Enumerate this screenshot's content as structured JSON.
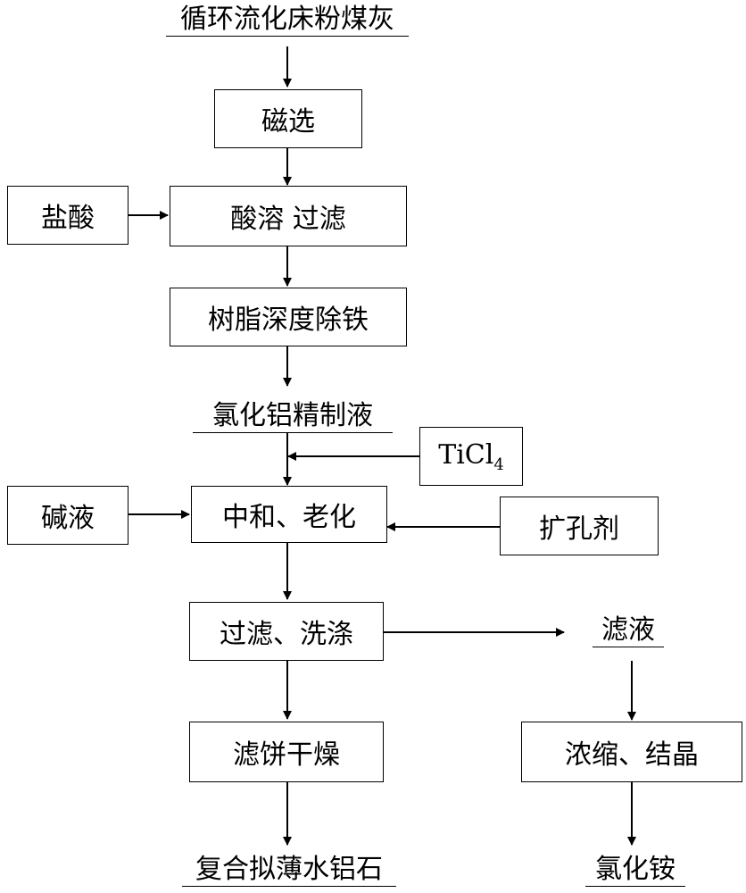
{
  "diagram": {
    "start": "循环流化床粉煤灰",
    "steps": {
      "magnetic": "磁选",
      "acid_leach": "酸溶 过滤",
      "resin": "树脂深度除铁",
      "neutralize": "中和、老化",
      "filter_wash": "过滤、洗涤",
      "dry": "滤饼干燥",
      "concentrate": "浓缩、结晶"
    },
    "inputs": {
      "hcl": "盐酸",
      "ticl4_main": "TiCl",
      "ticl4_sub": "4",
      "alkali": "碱液",
      "pore_agent": "扩孔剂"
    },
    "intermediates": {
      "alcl3": "氯化铝精制液",
      "filtrate": "滤液"
    },
    "products": {
      "boehmite": "复合拟薄水铝石",
      "nh4cl": "氯化铵"
    }
  }
}
